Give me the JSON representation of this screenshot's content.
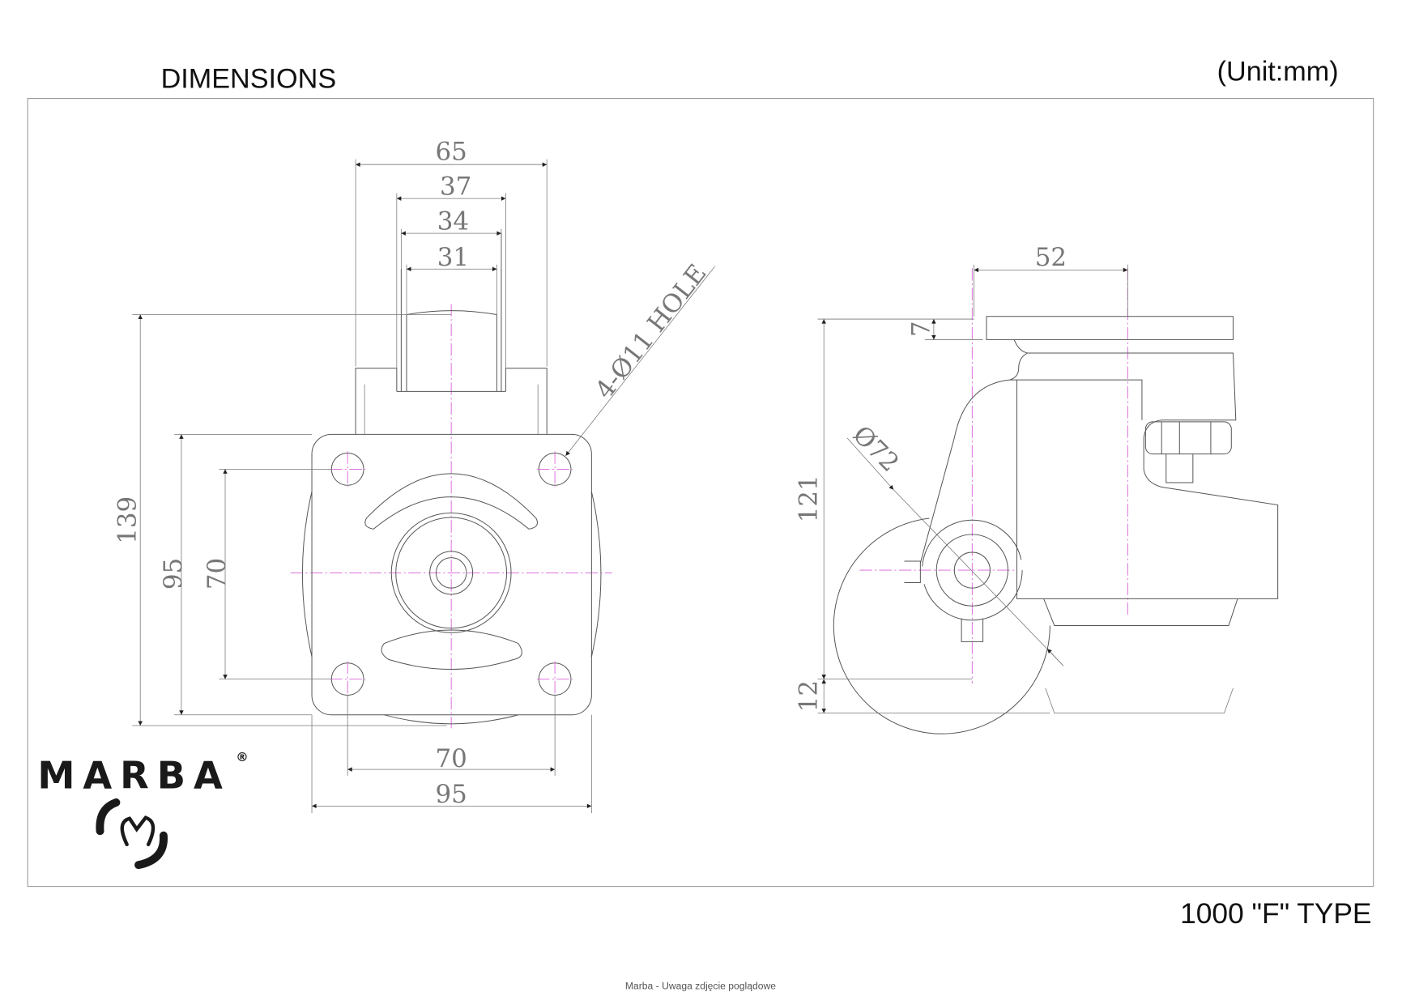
{
  "header": {
    "title": "DIMENSIONS",
    "unit": "(Unit:mm)"
  },
  "footer": {
    "type_label": "1000 \"F\" TYPE",
    "caption": "Marba - Uwaga zdjęcie poglądowe"
  },
  "logo": {
    "text": "MARBA",
    "registered": "®"
  },
  "front_view": {
    "dims": {
      "overall_width": "65",
      "fork_inner": "37",
      "wheel_width": "34",
      "tread_width": "31",
      "height": "139",
      "plate_length": "95",
      "hole_spacing_v": "70",
      "hole_spacing_h": "70",
      "plate_width": "95"
    },
    "hole_note": "4-Ø11 HOLE"
  },
  "side_view": {
    "dims": {
      "plate_offset": "52",
      "plate_thickness": "7",
      "height": "121",
      "leveler_travel": "12",
      "wheel_diameter": "Ø72"
    }
  },
  "colors": {
    "line": "#555555",
    "centerline": "#d860d8",
    "text": "#111111"
  }
}
